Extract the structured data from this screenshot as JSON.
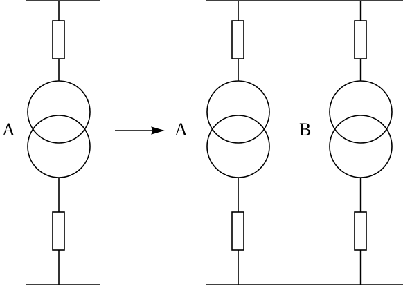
{
  "labels": {
    "left_transformer": "A",
    "right_transformer_a": "A",
    "right_transformer_b": "B"
  },
  "colors": {
    "stroke": "#000000",
    "background": "#ffffff"
  }
}
